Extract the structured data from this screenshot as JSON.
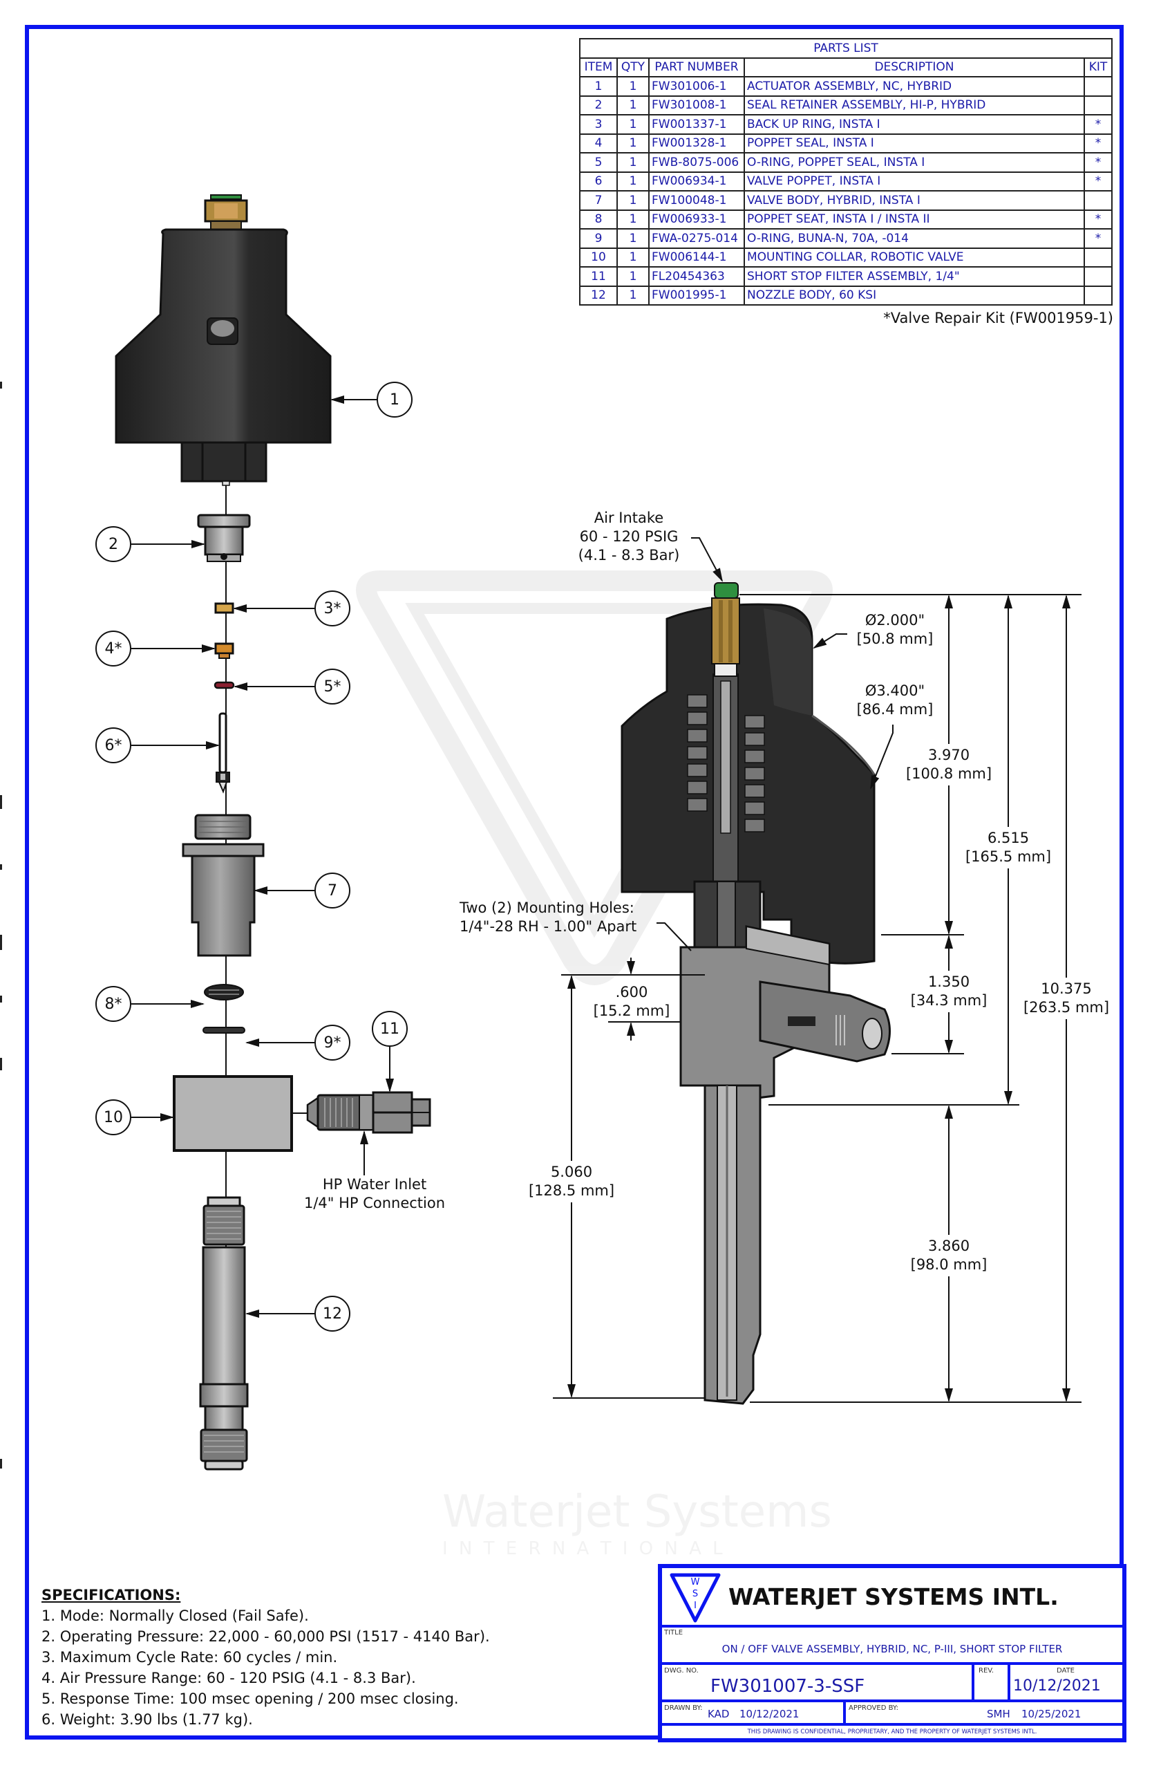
{
  "parts_list": {
    "caption": "PARTS LIST",
    "headers": [
      "ITEM",
      "QTY",
      "PART NUMBER",
      "DESCRIPTION",
      "KIT"
    ],
    "rows": [
      {
        "item": "1",
        "qty": "1",
        "part_number": "FW301006-1",
        "description": "ACTUATOR ASSEMBLY, NC, HYBRID",
        "kit": ""
      },
      {
        "item": "2",
        "qty": "1",
        "part_number": "FW301008-1",
        "description": "SEAL RETAINER ASSEMBLY, HI-P, HYBRID",
        "kit": ""
      },
      {
        "item": "3",
        "qty": "1",
        "part_number": "FW001337-1",
        "description": "BACK UP RING, INSTA I",
        "kit": "*"
      },
      {
        "item": "4",
        "qty": "1",
        "part_number": "FW001328-1",
        "description": "POPPET SEAL, INSTA I",
        "kit": "*"
      },
      {
        "item": "5",
        "qty": "1",
        "part_number": "FWB-8075-006",
        "description": "O-RING, POPPET SEAL, INSTA I",
        "kit": "*"
      },
      {
        "item": "6",
        "qty": "1",
        "part_number": "FW006934-1",
        "description": "VALVE POPPET, INSTA I",
        "kit": "*"
      },
      {
        "item": "7",
        "qty": "1",
        "part_number": "FW100048-1",
        "description": "VALVE BODY, HYBRID, INSTA I",
        "kit": ""
      },
      {
        "item": "8",
        "qty": "1",
        "part_number": "FW006933-1",
        "description": "POPPET SEAT, INSTA I / INSTA II",
        "kit": "*"
      },
      {
        "item": "9",
        "qty": "1",
        "part_number": "FWA-0275-014",
        "description": "O-RING, BUNA-N, 70A, -014",
        "kit": "*"
      },
      {
        "item": "10",
        "qty": "1",
        "part_number": "FW006144-1",
        "description": "MOUNTING COLLAR, ROBOTIC VALVE",
        "kit": ""
      },
      {
        "item": "11",
        "qty": "1",
        "part_number": "FL20454363",
        "description": "SHORT STOP FILTER ASSEMBLY, 1/4\"",
        "kit": ""
      },
      {
        "item": "12",
        "qty": "1",
        "part_number": "FW001995-1",
        "description": "NOZZLE BODY, 60 KSI",
        "kit": ""
      }
    ],
    "kit_note": "*Valve Repair Kit (FW001959-1)"
  },
  "balloons": [
    "1",
    "2",
    "3*",
    "4*",
    "5*",
    "6*",
    "7",
    "8*",
    "9*",
    "10",
    "11",
    "12"
  ],
  "callouts": {
    "air_intake": [
      "Air Intake",
      "60 - 120 PSIG",
      "(4.1 - 8.3 Bar)"
    ],
    "mounting_holes": [
      "Two (2) Mounting Holes:",
      "1/4\"-28 RH - 1.00\" Apart"
    ],
    "hp_inlet": [
      "HP Water Inlet",
      "1/4\" HP Connection"
    ]
  },
  "dimensions": {
    "dia_small": [
      "Ø2.000\"",
      "[50.8 mm]"
    ],
    "dia_large": [
      "Ø3.400\"",
      "[86.4 mm]"
    ],
    "d_3970": [
      "3.970",
      "[100.8 mm]"
    ],
    "d_6515": [
      "6.515",
      "[165.5 mm]"
    ],
    "d_10375": [
      "10.375",
      "[263.5 mm]"
    ],
    "d_1350": [
      "1.350",
      "[34.3 mm]"
    ],
    "d_600": [
      ".600",
      "[15.2 mm]"
    ],
    "d_5060": [
      "5.060",
      "[128.5 mm]"
    ],
    "d_3860": [
      "3.860",
      "[98.0 mm]"
    ]
  },
  "watermark": {
    "line1": "Waterjet Systems",
    "line2": "I N T E R N A T I O N A L"
  },
  "specifications": {
    "heading": "SPECIFICATIONS:",
    "items": [
      "1. Mode: Normally Closed (Fail Safe).",
      "2. Operating Pressure: 22,000 - 60,000 PSI (1517 - 4140 Bar).",
      "3. Maximum Cycle Rate: 60 cycles / min.",
      "4. Air Pressure Range: 60 - 120 PSIG (4.1 - 8.3 Bar).",
      "5. Response Time: 100 msec opening / 200 msec closing.",
      "6. Weight: 3.90 lbs (1.77 kg)."
    ]
  },
  "title_block": {
    "logo_letters": [
      "W",
      "S",
      "I"
    ],
    "company": "WATERJET SYSTEMS INTL.",
    "title_label": "TITLE",
    "title": "ON / OFF VALVE ASSEMBLY, HYBRID, NC, P-III, SHORT STOP FILTER",
    "dwg_no_label": "DWG. NO.",
    "dwg_no": "FW301007-3-SSF",
    "rev_label": "REV.",
    "rev": "",
    "date_label": "DATE",
    "date": "10/12/2021",
    "drawn_by_label": "DRAWN BY:",
    "drawn_by": "KAD",
    "drawn_date": "10/12/2021",
    "approved_by_label": "APPROVED BY:",
    "approved_by": "SMH",
    "approved_date": "10/25/2021",
    "confidential": "THIS DRAWING IS CONFIDENTIAL, PROPRIETARY, AND THE PROPERTY OF WATERJET SYSTEMS INTL."
  },
  "colors": {
    "border": "#0a14f0",
    "table_text": "#1a1aa8",
    "part_dark": "#2b2b2b",
    "part_gray": "#9e9e9e",
    "brass": "#c8963e",
    "fitting_green": "#2f8f3f",
    "oring_red": "#8b2030"
  }
}
